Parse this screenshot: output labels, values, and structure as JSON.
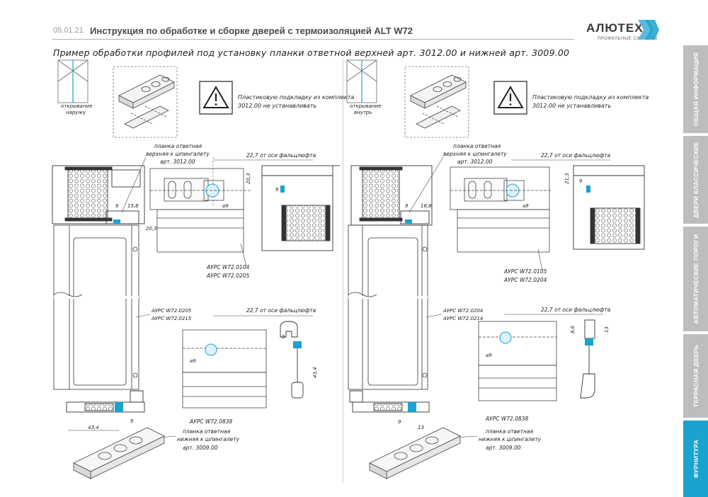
{
  "header": {
    "date": "05.01.21",
    "title": "Инструкция по обработке и сборке дверей с термоизоляцией ALT W72"
  },
  "logo": {
    "name": "АЛЮТЕХ",
    "tagline": "ПРОФИЛЬНЫЕ СИСТЕМЫ"
  },
  "subtitle": "Пример обработки профилей под установку планки ответной верхней арт. 3012.00 и нижней арт. 3009.00",
  "left": {
    "open_label_1": "открывание",
    "open_label_2": "наружу",
    "warning_1": "Пластиковую подкладку из комплекта",
    "warning_2": "3012.00 не устанавливать",
    "top_plate_1": "планка ответная",
    "top_plate_2": "верхняя к шпингалету",
    "top_plate_3": "арт. 3012.00",
    "dim_axis_top": "22,7 от оси фальцлюфта",
    "dim_20_3_a": "20,3",
    "dim_20_3_b": "20,3",
    "dim_9_a": "9",
    "dim_9_b": "9",
    "dim_9_c": "9",
    "dim_9_d": "9",
    "dim_15_8": "15,8",
    "dia_9_a": "⌀9",
    "dia_9_b": "⌀9",
    "profile_top_1": "АУРС W72.0104",
    "profile_top_2": "АУРС W72.0205",
    "profile_mid_1": "АУРС W72.0205",
    "profile_mid_2": "АУРС W72.0215",
    "dim_axis_bottom": "22,7 от оси фальцлюфта",
    "dim_43_4_v": "43,4",
    "dim_43_4_h": "43,4",
    "profile_bottom": "АУРС W72.0838",
    "bottom_plate_1": "планка ответная",
    "bottom_plate_2": "нижняя к шпингалету",
    "bottom_plate_3": "арт. 3009.00"
  },
  "right": {
    "open_label_1": "открывание",
    "open_label_2": "внутрь",
    "warning_1": "Пластиковую подкладку из комплекта",
    "warning_2": "3012.00 не устанавливать",
    "top_plate_1": "планка ответная",
    "top_plate_2": "верхняя к шпингалету",
    "top_plate_3": "арт. 3012.00",
    "dim_axis_top": "22,7 от оси фальцлюфта",
    "dim_21_3": "21,3",
    "dim_9_a": "9",
    "dim_9_b": "9",
    "dim_9_c": "9",
    "dim_16_8": "16,8",
    "dia_9_a": "⌀9",
    "dia_9_b": "⌀9",
    "profile_top_1": "АУРС W72.0105",
    "profile_top_2": "АУРС W72.0204",
    "profile_mid_1": "АУРС W72.0204",
    "profile_mid_2": "АУРС W72.0214",
    "dim_axis_bottom": "22,7 от оси фальцлюфта",
    "dim_8_6": "8,6",
    "dim_13_v": "13",
    "dim_13_h": "13",
    "profile_bottom": "АУРС W72.0838",
    "bottom_plate_1": "планка ответная",
    "bottom_plate_2": "нижняя к шпингалету",
    "bottom_plate_3": "арт. 3009.00"
  },
  "tabs": [
    {
      "label": "ОБЩАЯ ИНФОРМАЦИЯ",
      "active": false
    },
    {
      "label": "ДВЕРИ КЛАССИЧЕСКИЕ",
      "active": false
    },
    {
      "label": "АВТОМАТИЧЕСКИЕ ПОРОГИ",
      "active": false
    },
    {
      "label": "ТЕРРАСНАЯ ДВЕРЬ",
      "active": false
    },
    {
      "label": "ФУРНИТУРА",
      "active": true
    }
  ],
  "colors": {
    "accent": "#1aa3cf",
    "tab_inactive": "#bdbdbd",
    "rule": "#b0b0b0"
  }
}
